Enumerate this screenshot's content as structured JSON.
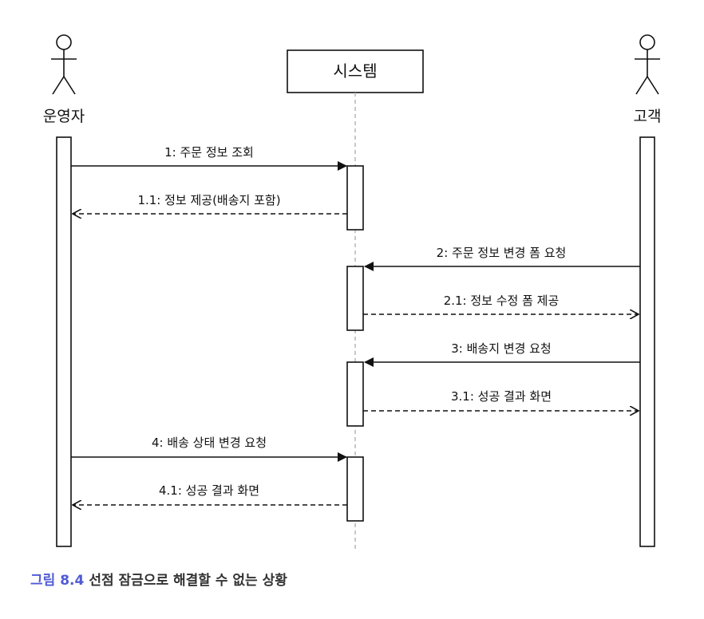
{
  "diagram": {
    "actors": {
      "operator": "운영자",
      "system": "시스템",
      "customer": "고객"
    },
    "messages": [
      {
        "text": "1: 주문 정보 조회",
        "from": "operator",
        "to": "system",
        "kind": "request"
      },
      {
        "text": "1.1: 정보 제공(배송지 포함)",
        "from": "system",
        "to": "operator",
        "kind": "reply"
      },
      {
        "text": "2: 주문 정보 변경 폼 요청",
        "from": "customer",
        "to": "system",
        "kind": "request"
      },
      {
        "text": "2.1: 정보 수정 폼 제공",
        "from": "system",
        "to": "customer",
        "kind": "reply"
      },
      {
        "text": "3: 배송지 변경 요청",
        "from": "customer",
        "to": "system",
        "kind": "request"
      },
      {
        "text": "3.1: 성공 결과 화면",
        "from": "system",
        "to": "customer",
        "kind": "reply"
      },
      {
        "text": "4: 배송 상태 변경 요청",
        "from": "operator",
        "to": "system",
        "kind": "request"
      },
      {
        "text": "4.1: 성공 결과 화면",
        "from": "system",
        "to": "operator",
        "kind": "reply"
      }
    ]
  },
  "caption": {
    "number": "그림 8.4",
    "text": "선점 잠금으로 해결할 수 없는 상황"
  },
  "colors": {
    "line": "#111111",
    "lifeline": "#aaaaaa",
    "caption_number": "#4f5bd5",
    "caption_text": "#333333"
  }
}
